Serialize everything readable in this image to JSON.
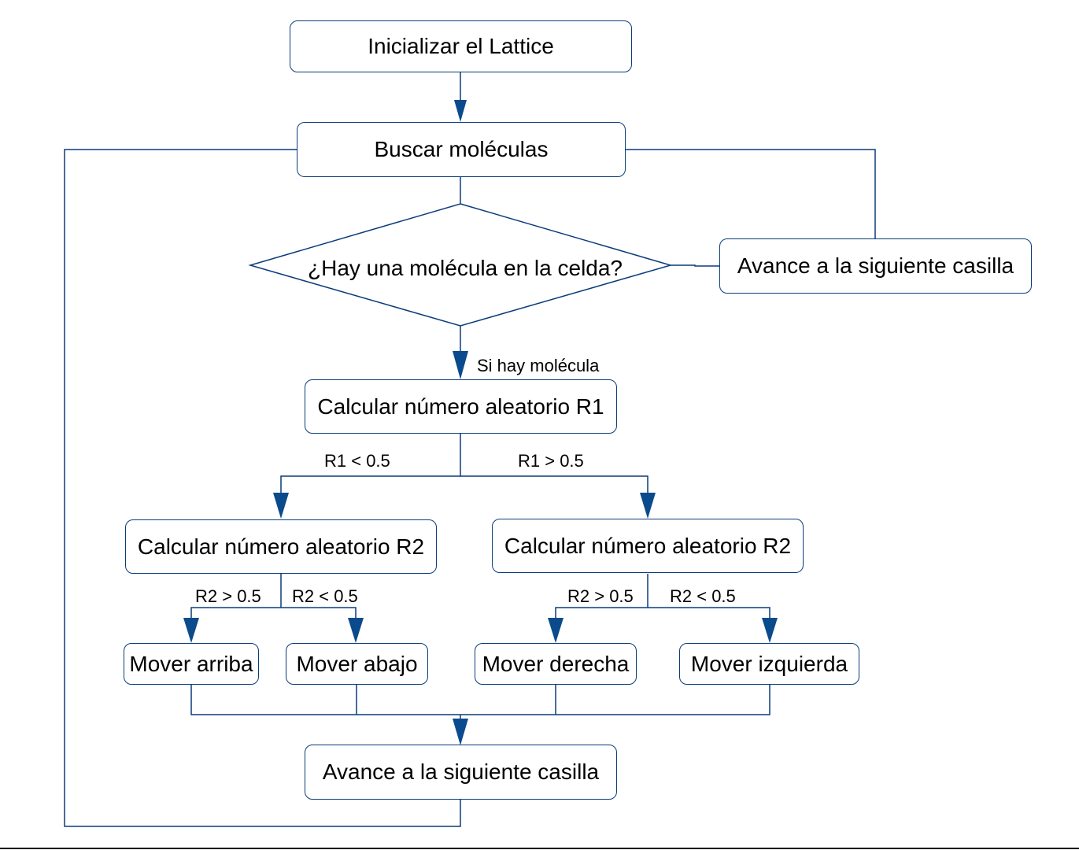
{
  "nodes": {
    "init": "Inicializar el Lattice",
    "search": "Buscar moléculas",
    "decision": "¿Hay una molécula en la celda?",
    "advance_right": "Avance a la siguiente casilla",
    "calc_r1": "Calcular número aleatorio R1",
    "calc_r2_left": "Calcular número aleatorio R2",
    "calc_r2_right": "Calcular número aleatorio R2",
    "move_up": "Mover arriba",
    "move_down": "Mover abajo",
    "move_right": "Mover derecha",
    "move_left": "Mover izquierda",
    "advance_bottom": "Avance a la siguiente casilla"
  },
  "edge_labels": {
    "yes_molecule": "Si hay molécula",
    "r1_lt": "R1 < 0.5",
    "r1_gt": "R1 > 0.5",
    "r2_gt_left": "R2 > 0.5",
    "r2_lt_left": "R2 < 0.5",
    "r2_gt_right": "R2 > 0.5",
    "r2_lt_right": "R2 < 0.5"
  },
  "colors": {
    "line": "#0b3c7a",
    "arrow": "#0b4a8c"
  }
}
